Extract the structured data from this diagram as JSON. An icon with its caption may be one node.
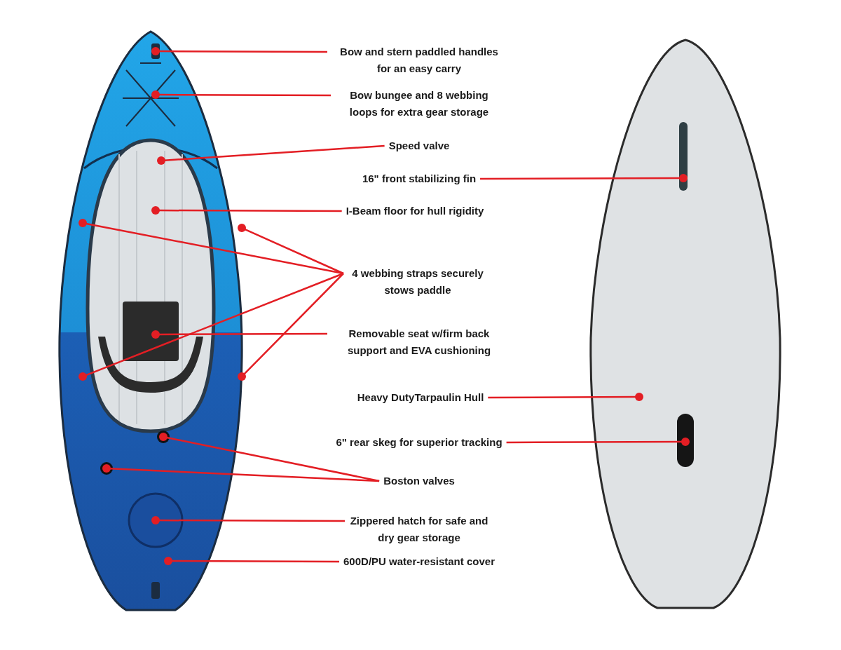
{
  "diagram": {
    "nodes": [
      {
        "text": [],
        "shape": "picture"
      },
      {
        "text": [],
        "shape": "picture"
      },
      {
        "text": [],
        "shape": "circle",
        "in": 0
      },
      {
        "text": [],
        "shape": "circle",
        "in": 0
      },
      {
        "text": [],
        "shape": "circle",
        "in": 0
      },
      {
        "text": [],
        "shape": "circle",
        "in": 0
      },
      {
        "text": [],
        "shape": "circle",
        "in": 0
      },
      {
        "text": [],
        "shape": "circle",
        "in": 0
      },
      {
        "text": [],
        "shape": "circle",
        "in": 0
      },
      {
        "text": [],
        "shape": "circle",
        "in": 0
      },
      {
        "text": [],
        "shape": "circle",
        "in": 0
      },
      {
        "text": [],
        "shape": "circle",
        "in": 0
      },
      {
        "text": [],
        "shape": "circle",
        "in": 0
      },
      {
        "text": [],
        "shape": "circle",
        "in": 0
      },
      {
        "text": [],
        "shape": "circle",
        "in": 0
      },
      {
        "text": [],
        "shape": "circle",
        "in": 1
      },
      {
        "text": [],
        "shape": "circle",
        "in": 1
      },
      {
        "text": [],
        "shape": "circle",
        "in": 1
      },
      {
        "text": [
          "Bow and stern paddled handles for an easy carry"
        ]
      },
      {
        "text": [
          "Bow bungee and 8 webbing loops for extra gear storage"
        ]
      },
      {
        "text": [
          "Speed valve"
        ]
      },
      {
        "text": [
          "16\" front stabilizing fin"
        ]
      },
      {
        "text": [
          "I-Beam floor for hull rigidity"
        ]
      },
      {
        "text": [
          "4 webbing straps securely stows paddle"
        ]
      },
      {
        "text": [
          "Removable seat w/firm back support and EVA cushioning"
        ]
      },
      {
        "text": [
          "Heavy DutyTarpaulin Hull"
        ]
      },
      {
        "text": [
          "6\" rear skeg for superior tracking"
        ]
      },
      {
        "text": [
          "Boston valves"
        ]
      },
      {
        "text": [
          "Zippered hatch for safe and dry gear storage"
        ]
      },
      {
        "text": [
          "600D/PU water-resistant cover"
        ]
      }
    ],
    "edges": [
      {
        "from": 18,
        "to": 2,
        "arrow": "none"
      },
      {
        "from": 19,
        "to": 3,
        "arrow": "none"
      },
      {
        "from": 20,
        "to": 4,
        "arrow": "none"
      },
      {
        "from": 21,
        "to": 15,
        "arrow": "none"
      },
      {
        "from": 22,
        "to": 5,
        "arrow": "none"
      },
      {
        "from": 23,
        "to": 6,
        "arrow": "none"
      },
      {
        "from": 23,
        "to": 7,
        "arrow": "none"
      },
      {
        "from": 23,
        "to": 9,
        "arrow": "none"
      },
      {
        "from": 23,
        "to": 10,
        "arrow": "none"
      },
      {
        "from": 24,
        "to": 8,
        "arrow": "none"
      },
      {
        "from": 25,
        "to": 16,
        "arrow": "none"
      },
      {
        "from": 26,
        "to": 17,
        "arrow": "none"
      },
      {
        "from": 27,
        "to": 11,
        "arrow": "none"
      },
      {
        "from": 27,
        "to": 12,
        "arrow": "none"
      },
      {
        "from": 28,
        "to": 13,
        "arrow": "none"
      },
      {
        "from": 29,
        "to": 14,
        "arrow": "none"
      }
    ]
  }
}
